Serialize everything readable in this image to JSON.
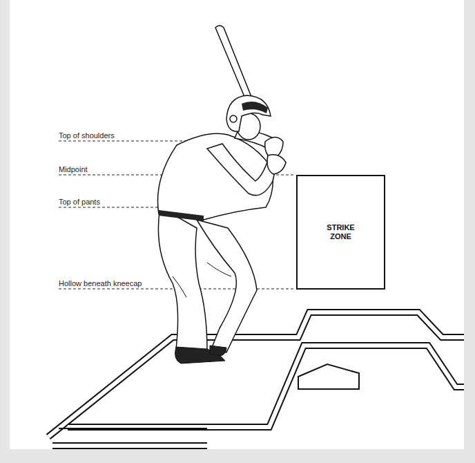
{
  "diagram": {
    "nodes": [
      {
        "text": [
          "STRIKE ZONE"
        ]
      }
    ],
    "labels": [
      "Top of shoulders",
      "Midpoint",
      "Top of pants",
      "Hollow beneath kneecap"
    ]
  }
}
